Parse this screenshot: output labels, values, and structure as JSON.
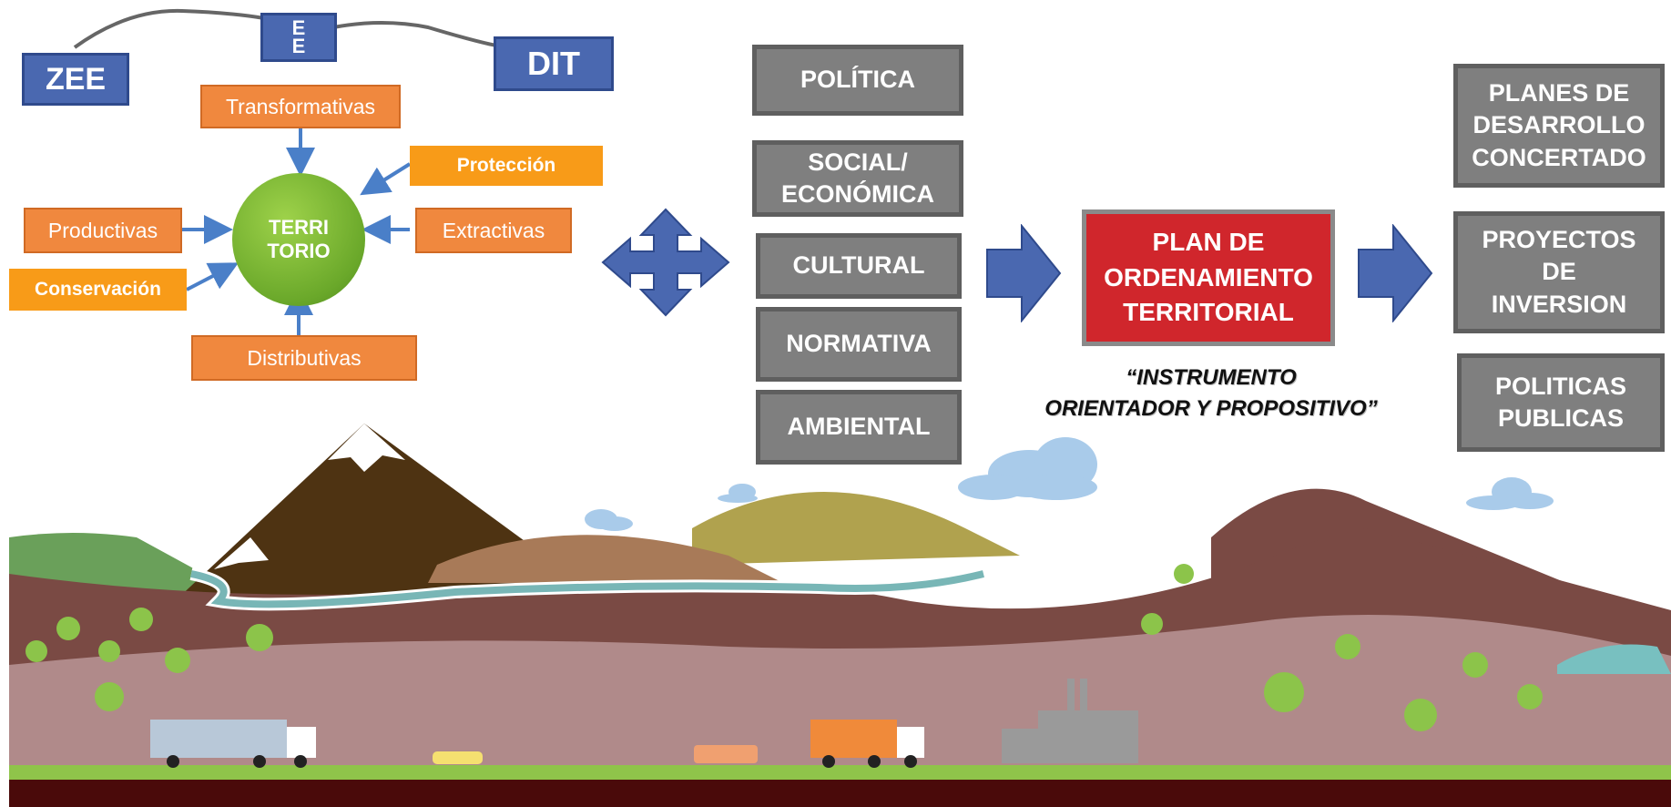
{
  "top_nodes": {
    "zee": "ZEE",
    "ee": "E E",
    "dit": "DIT"
  },
  "territorio": {
    "center": "TERRI TORIO",
    "transformativas": "Transformativas",
    "proteccion": "Protección",
    "productivas": "Productivas",
    "extractivas": "Extractivas",
    "conservacion": "Conservación",
    "distributivas": "Distributivas"
  },
  "dimensions": [
    "POLÍTICA",
    "SOCIAL/ ECONÓMICA",
    "CULTURAL",
    "NORMATIVA",
    "AMBIENTAL"
  ],
  "plan": {
    "title": "PLAN DE ORDENAMIENTO TERRITORIAL",
    "quote_line1": "“INSTRUMENTO",
    "quote_line2": "ORIENTADOR Y PROPOSITIVO”"
  },
  "outputs": [
    "PLANES DE DESARROLLO CONCERTADO",
    "PROYECTOS DE INVERSION",
    "POLITICAS PUBLICAS"
  ],
  "colors": {
    "blue": "#4a68b0",
    "orange": "#f0883e",
    "grey": "#7f7f7f",
    "red": "#d0262c",
    "green": "#6aa82a"
  }
}
